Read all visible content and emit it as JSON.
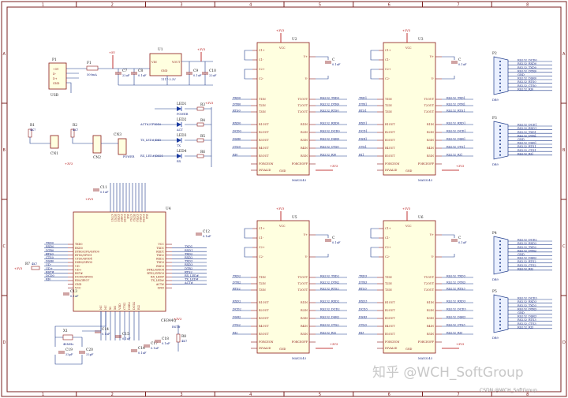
{
  "sheet": {
    "columns": [
      "1",
      "2",
      "3",
      "4",
      "5",
      "6",
      "7",
      "8"
    ],
    "rows": [
      "A",
      "B",
      "C",
      "D"
    ]
  },
  "usb": {
    "ref": "P1",
    "name": "USB",
    "pins": [
      "+5V",
      "D-",
      "D+",
      "GND"
    ],
    "fuse": "F1",
    "fuse_val": "500mA",
    "ldo": "U1",
    "ldo_in": "VIN",
    "ldo_out": "VOUT",
    "ldo_gnd": "GND",
    "ldo_part": "1117-3.3V",
    "caps": [
      {
        "ref": "C7",
        "val": "22uF"
      },
      {
        "ref": "C8",
        "val": "0.1uF"
      },
      {
        "ref": "C9",
        "val": "0.1uF"
      },
      {
        "ref": "C10",
        "val": "22uF"
      }
    ]
  },
  "switches": {
    "r1": "R1",
    "r1_val": "4K7",
    "cn1": "CN1",
    "r2": "R2",
    "r2_val": "4K7",
    "cn2": "CN2",
    "cn3": "CN3",
    "power": "POWER"
  },
  "leds": {
    "items": [
      {
        "ref": "LED1",
        "label": "POWER",
        "r": "R3"
      },
      {
        "ref": "LED2",
        "label": "ACT",
        "r": "R4"
      },
      {
        "ref": "LED3",
        "label": "TX",
        "r": "R5"
      },
      {
        "ref": "LED4",
        "label": "RX",
        "r": "R6"
      }
    ],
    "nets": [
      "ACT#/GPIO10",
      "TX_LED#/DIO",
      "RX_LED#/DIO1"
    ]
  },
  "max_chip": {
    "left_top": [
      "C1+",
      "C1-",
      "C2+",
      "C2-"
    ],
    "left_in": [
      "T1IN",
      "T2IN",
      "T3IN",
      "R1OUT",
      "R2OUT",
      "R3OUT",
      "R4OUT",
      "R5OUT",
      "FORCEON",
      "INVALID"
    ],
    "right": [
      "V+",
      "V-",
      "T1OUT",
      "T2OUT",
      "T3OUT",
      "R1IN",
      "R2IN",
      "R3IN",
      "R4IN",
      "R5IN",
      "FORCEOFF"
    ],
    "power": [
      "VCC",
      "GND"
    ],
    "part": "MAX3243",
    "units": [
      {
        "ref": "U2",
        "in_nets": [
          "TXD0",
          "DTR0",
          "RTS0",
          "RXD0",
          "DCD0",
          "DSR0",
          "CTS0",
          "RI0"
        ],
        "out_nets": [
          "RS232_TXD0",
          "RS232_DTR0",
          "RS232_RTS0",
          "RS232_RXD0",
          "RS232_DCD0",
          "RS232_DSR0",
          "RS232_CTS0",
          "RS232_RI0"
        ]
      },
      {
        "ref": "U3",
        "in_nets": [
          "TXD1",
          "DTR1",
          "RTS1",
          "RXD1",
          "DCD1",
          "DSR1",
          "CTS1",
          "RI1"
        ],
        "out_nets": [
          "RS232_TXD1",
          "RS232_DTR1",
          "RS232_RTS1",
          "RS232_RXD1",
          "RS232_DCD1",
          "RS232_DSR1",
          "RS232_CTS1",
          "RS232_RI1"
        ]
      },
      {
        "ref": "U5",
        "in_nets": [
          "TXD2",
          "DTR2",
          "RTS2",
          "RXD2",
          "DCD2",
          "DSR2",
          "CTS2",
          "RI2"
        ],
        "out_nets": [
          "RS232_TXD2",
          "RS232_DTR2",
          "RS232_RTS2",
          "RS232_RXD2",
          "RS232_DCD2",
          "RS232_DSR2",
          "RS232_CTS2",
          "RS232_RI2"
        ]
      },
      {
        "ref": "U6",
        "in_nets": [
          "TXD3",
          "DTR3",
          "RTS3",
          "RXD3",
          "DCD3",
          "DSR3",
          "CTS3",
          "RI3"
        ],
        "out_nets": [
          "RS232_TXD3",
          "RS232_DTR3",
          "RS232_RTS3",
          "RS232_RXD3",
          "RS232_DCD3",
          "RS232_DSR3",
          "RS232_CTS3",
          "RS232_RI3"
        ]
      }
    ]
  },
  "db9": {
    "part": "DB9",
    "units": [
      {
        "ref": "P2",
        "nets": [
          "RS232_DCD0",
          "RS232_RXD0",
          "RS232_TXD0",
          "RS232_DTR0",
          "GND",
          "RS232_DSR0",
          "RS232_RTS0",
          "RS232_CTS0",
          "RS232_RI0"
        ]
      },
      {
        "ref": "P3",
        "nets": [
          "RS232_DCD1",
          "RS232_RXD1",
          "RS232_TXD1",
          "RS232_DTR1",
          "GND",
          "RS232_DSR1",
          "RS232_RTS1",
          "RS232_CTS1",
          "RS232_RI1"
        ]
      },
      {
        "ref": "P4",
        "nets": [
          "RS232_DCD2",
          "RS232_RXD2",
          "RS232_TXD2",
          "RS232_DTR2",
          "GND",
          "RS232_DSR2",
          "RS232_RTS2",
          "RS232_CTS2",
          "RS232_RI2"
        ]
      },
      {
        "ref": "P5",
        "nets": [
          "RS232_DCD3",
          "RS232_RXD3",
          "RS232_TXD3",
          "RS232_DTR3",
          "GND",
          "RS232_DSR3",
          "RS232_RTS3",
          "RS232_CTS3",
          "RS232_RI3"
        ]
      }
    ]
  },
  "ch344": {
    "ref": "U4",
    "part": "CH344Q",
    "left_pins": [
      "TXD0",
      "RXD0",
      "DTR0/CFG/GPIO0",
      "RTS0/GPIO1",
      "CTS0/GPIO4",
      "DSR0/GPIO5",
      "UD-",
      "UD+",
      "RST#",
      "DCD0/GPIO6",
      "RI0/GPIO7",
      "GND",
      "VCC"
    ],
    "right_pins": [
      "VCC",
      "TXD1",
      "RXD1",
      "TXD2",
      "RXD2",
      "TXD3",
      "RXD3",
      "DTR2/GPIO8",
      "RTS2/GPIO9",
      "RX_LED#",
      "TX_LED#",
      "ACT#",
      "GND"
    ],
    "top_pins": [
      "CTS1",
      "RTS1",
      "DTR1",
      "DSR1",
      "DCD1",
      "RI1",
      "CTS3",
      "RTS3",
      "DTR3",
      "DSR3",
      "DCD3",
      "RI3"
    ],
    "bottom_pins": [
      "NC",
      "NC",
      "XI",
      "XO",
      "VDD",
      "CTS2",
      "DSR2",
      "DCD2",
      "RI2"
    ],
    "left_nets": [
      "TXD0",
      "RXD0",
      "DTR0",
      "RTS0",
      "CTS0",
      "DSR0",
      "UD-",
      "UD+",
      "RST#",
      "DCD0",
      "RI0"
    ],
    "right_nets": [
      "TXD1",
      "RXD1",
      "TXD2",
      "RXD2",
      "TXD3",
      "RXD3",
      "DTR2",
      "RTS2",
      "RX_LED#",
      "TX_LED#",
      "ACT#"
    ],
    "r_rst": "R7",
    "r_rst_val": "4K7",
    "rst_net": "RST#",
    "r8": "R8",
    "r8_val": "4K7",
    "xtal": "X1",
    "xtal_val": "48MHz",
    "caps": [
      {
        "ref": "C11",
        "val": "0.1uF"
      },
      {
        "ref": "C12",
        "val": "0.1uF"
      },
      {
        "ref": "C13",
        "val": "0.1uF"
      },
      {
        "ref": "C14",
        "val": "0.1uF"
      },
      {
        "ref": "C15",
        "val": "0.1uF"
      },
      {
        "ref": "C16",
        "val": "0.1uF"
      },
      {
        "ref": "C17",
        "val": "0.1uF"
      },
      {
        "ref": "C18",
        "val": "0.1uF"
      },
      {
        "ref": "C19",
        "val": "22pF"
      },
      {
        "ref": "C20",
        "val": "22pF"
      }
    ]
  },
  "nets": {
    "vcc3": "+3V3",
    "vcc5": "+5V",
    "gnd": "GND"
  },
  "watermark": {
    "main": "知乎 @WCH_SoftGroup",
    "small": "CSDN @WCH_SoftGroup"
  }
}
